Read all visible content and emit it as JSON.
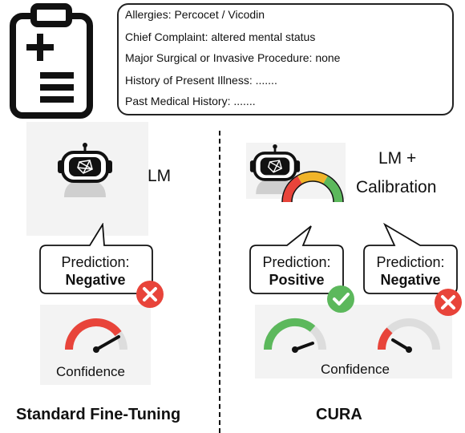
{
  "note": {
    "lines": [
      "Allergies: Percocet / Vicodin",
      "Chief Complaint: altered mental status",
      "Major Surgical or Invasive Procedure: none",
      "History of Present Illness: .......",
      "Past Medical History: ......."
    ]
  },
  "left_panel": {
    "model_label": "LM",
    "prediction_label": "Prediction:",
    "prediction_value": "Negative",
    "prediction_status": "incorrect",
    "confidence_label": "Confidence",
    "confidence_level": 0.85,
    "footer": "Standard Fine-Tuning"
  },
  "right_panel": {
    "model_label_line1": "LM +",
    "model_label_line2": "Calibration",
    "predictions": [
      {
        "label": "Prediction:",
        "value": "Positive",
        "status": "correct",
        "confidence_level": 0.7
      },
      {
        "label": "Prediction:",
        "value": "Negative",
        "status": "incorrect",
        "confidence_level": 0.25
      }
    ],
    "confidence_label": "Confidence",
    "footer": "CURA"
  },
  "colors": {
    "red": "#e8443a",
    "green": "#5cb85c",
    "amber": "#f0b429",
    "gray_gauge": "#dddddd",
    "panel_bg": "#f3f3f3"
  }
}
